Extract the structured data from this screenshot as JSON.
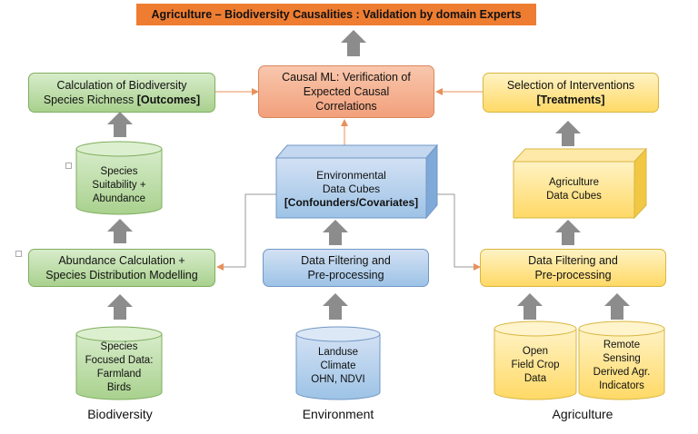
{
  "title": "Agriculture – Biodiversity Causalities : Validation by domain Experts",
  "causal_ml": [
    "Causal ML: Verification of",
    "Expected Causal",
    "Correlations"
  ],
  "biodiversity": {
    "calc_line1": "Calculation of  Biodiversity",
    "calc_line2": "Species Richness",
    "calc_bold": "[Outcomes]",
    "suitability": [
      "Species",
      "Suitability +",
      "Abundance"
    ],
    "abundance": [
      "Abundance Calculation +",
      "Species Distribution Modelling"
    ],
    "data": [
      "Species",
      "Focused Data:",
      "Farmland",
      "Birds"
    ],
    "label": "Biodiversity"
  },
  "environment": {
    "cube_line1": "Environmental",
    "cube_line2": "Data Cubes",
    "cube_bold": "[Confounders/Covariates]",
    "filter": [
      "Data Filtering and",
      "Pre-processing"
    ],
    "data": [
      "Landuse",
      "Climate",
      "OHN, NDVI"
    ],
    "label": "Environment"
  },
  "agriculture": {
    "select_line1": "Selection of Interventions",
    "select_bold": "[Treatments]",
    "cube": [
      "Agriculture",
      "Data Cubes"
    ],
    "filter": [
      "Data Filtering and",
      "Pre-processing"
    ],
    "field_data": [
      "Open",
      "Field Crop",
      "Data"
    ],
    "remote_data": [
      "Remote",
      "Sensing",
      "Derived Agr.",
      "Indicators"
    ],
    "label": "Agriculture"
  },
  "colors": {
    "green": "#a9d18e",
    "salmon": "#f2a07b",
    "yellow": "#ffd966",
    "blue": "#9dc3e6",
    "orange": "#ee7d31",
    "arrow_gray": "#8c8c8c"
  }
}
